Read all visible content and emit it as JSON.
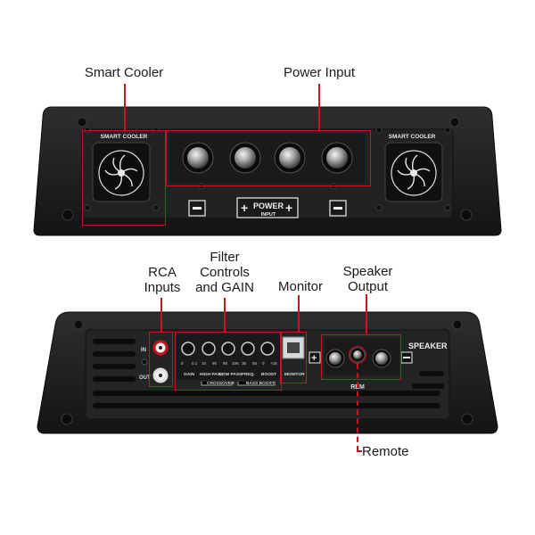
{
  "callouts": {
    "smart_cooler": "Smart Cooler",
    "power_input": "Power Input",
    "rca_inputs_1": "RCA",
    "rca_inputs_2": "Inputs",
    "filter_1": "Filter",
    "filter_2": "Controls",
    "filter_3": "and GAIN",
    "monitor": "Monitor",
    "speaker_1": "Speaker",
    "speaker_2": "Output",
    "remote": "Remote"
  },
  "top_panel": {
    "smart_cooler_left": "SMART COOLER",
    "smart_cooler_right": "SMART COOLER",
    "power_label": "POWER",
    "input_label": "INPUT"
  },
  "bottom_panel": {
    "in_label": "IN",
    "out_label": "OUT",
    "gain": "GAIN",
    "high_pass": "HIGH PASS",
    "low_pass": "LOW PASS",
    "freq": "FREQ.",
    "boost": "BOOST",
    "crossover": "CROSSOVER",
    "bass_boost": "BASS BOOST",
    "monitor": "MONITOR",
    "speaker": "SPEAKER",
    "rem": "REM",
    "scale": [
      "0",
      "0.1",
      "10",
      "90",
      "90",
      "10K",
      "35",
      "55",
      "0",
      "+18"
    ]
  },
  "colors": {
    "accent": "#c8141e",
    "body": "#1e1e1e",
    "panel": "#2b2b2b"
  }
}
